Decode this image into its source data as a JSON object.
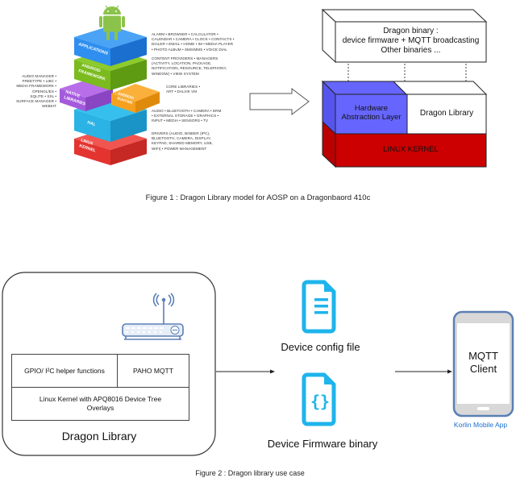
{
  "figure1": {
    "caption": "Figure 1 : Dragon Library model for AOSP on a Dragonbaord 410c",
    "android_stack": {
      "layers": [
        {
          "name": "APPLICATIONS",
          "color": "#2f8ff0",
          "description": "ALARM • BROWSER • CALCULATOR •\nCALENDAR • CAMERA • CLOCK • CONTACTS •\nDIALER • EMAIL • HOME • IM • MEDIA PLAYER\n• PHOTO ALBUM • SMS/MMS • VOICE DIAL"
        },
        {
          "name": "ANDROID FRAMEWORK",
          "color": "#7cbc1e",
          "description": "CONTENT PROVIDERS • MANAGERS\n(ACTIVITY, LOCATION, PACKAGE,\nNOTIFICATION, RESOURCE, TELEPHONY,\nWINDOW) • VIEW SYSTEM"
        },
        {
          "name": "NATIVE LIBRARIES",
          "color": "#a95fe0",
          "description": "AUDIO MANAGER •\nFREETYPE • LIBC •\nMEDIA FRAMEWORK •\nOPENGL/ES •\nSQLITE • SSL •\nSURFACE MANAGER •\nWEBKIT"
        },
        {
          "name": "ANDROID RUNTIME",
          "color": "#f7a21c",
          "description": "CORE LIBRARIES •\nART • DALVIK VM"
        },
        {
          "name": "HAL",
          "color": "#27b6e6",
          "description": "AUDIO • BLUETOOTH • CAMERA • DRM\n• EXTERNAL STORAGE • GRAPHICS •\nINPUT • MEDIA • SENSORS • TV"
        },
        {
          "name": "LINUX KERNEL",
          "color": "#ea3a35",
          "description": "DRIVERS (AUDIO, BINDER (IPC),\nBLUETOOTH, CAMERA, DISPLAY,\nKEYPAD, SHARED MEMORY, USB,\nWIFI) • POWER MANAGEMENT"
        }
      ],
      "mascot": "android-robot-icon",
      "mascot_color": "#8bc34a"
    },
    "dragon_model": {
      "top_box_lines": [
        "Dragon binary :",
        "device firmware + MQTT broadcasting",
        "Other binaries ..."
      ],
      "hal_label_lines": [
        "Hardware",
        "Abstraction Layer"
      ],
      "dragon_library_label": "Dragon Library",
      "kernel_label": "LINUX KERNEL",
      "colors": {
        "hal": "#6666ff",
        "kernel": "#cc0000",
        "white": "#ffffff"
      }
    }
  },
  "figure2": {
    "caption": "Figure 2 : Dragon library use case",
    "dragon_library": {
      "title": "Dragon Library",
      "icon": "router-icon",
      "cells": {
        "gpio": "GPIO/ I²C helper functions",
        "paho": "PAHO MQTT",
        "kernel_lines": [
          "Linux Kernel with APQ8016  Device Tree",
          "Overlays"
        ]
      }
    },
    "artifacts": [
      {
        "label": "Device config file",
        "icon": "document-icon"
      },
      {
        "label": "Device Firmware binary",
        "icon": "code-file-icon"
      }
    ],
    "client": {
      "lines": [
        "MQTT",
        "Client"
      ],
      "caption": "Korlin Mobile App",
      "caption_color": "#1a6fd1",
      "frame_color": "#5b7fb5"
    },
    "accent_color": "#1fb4ec"
  }
}
